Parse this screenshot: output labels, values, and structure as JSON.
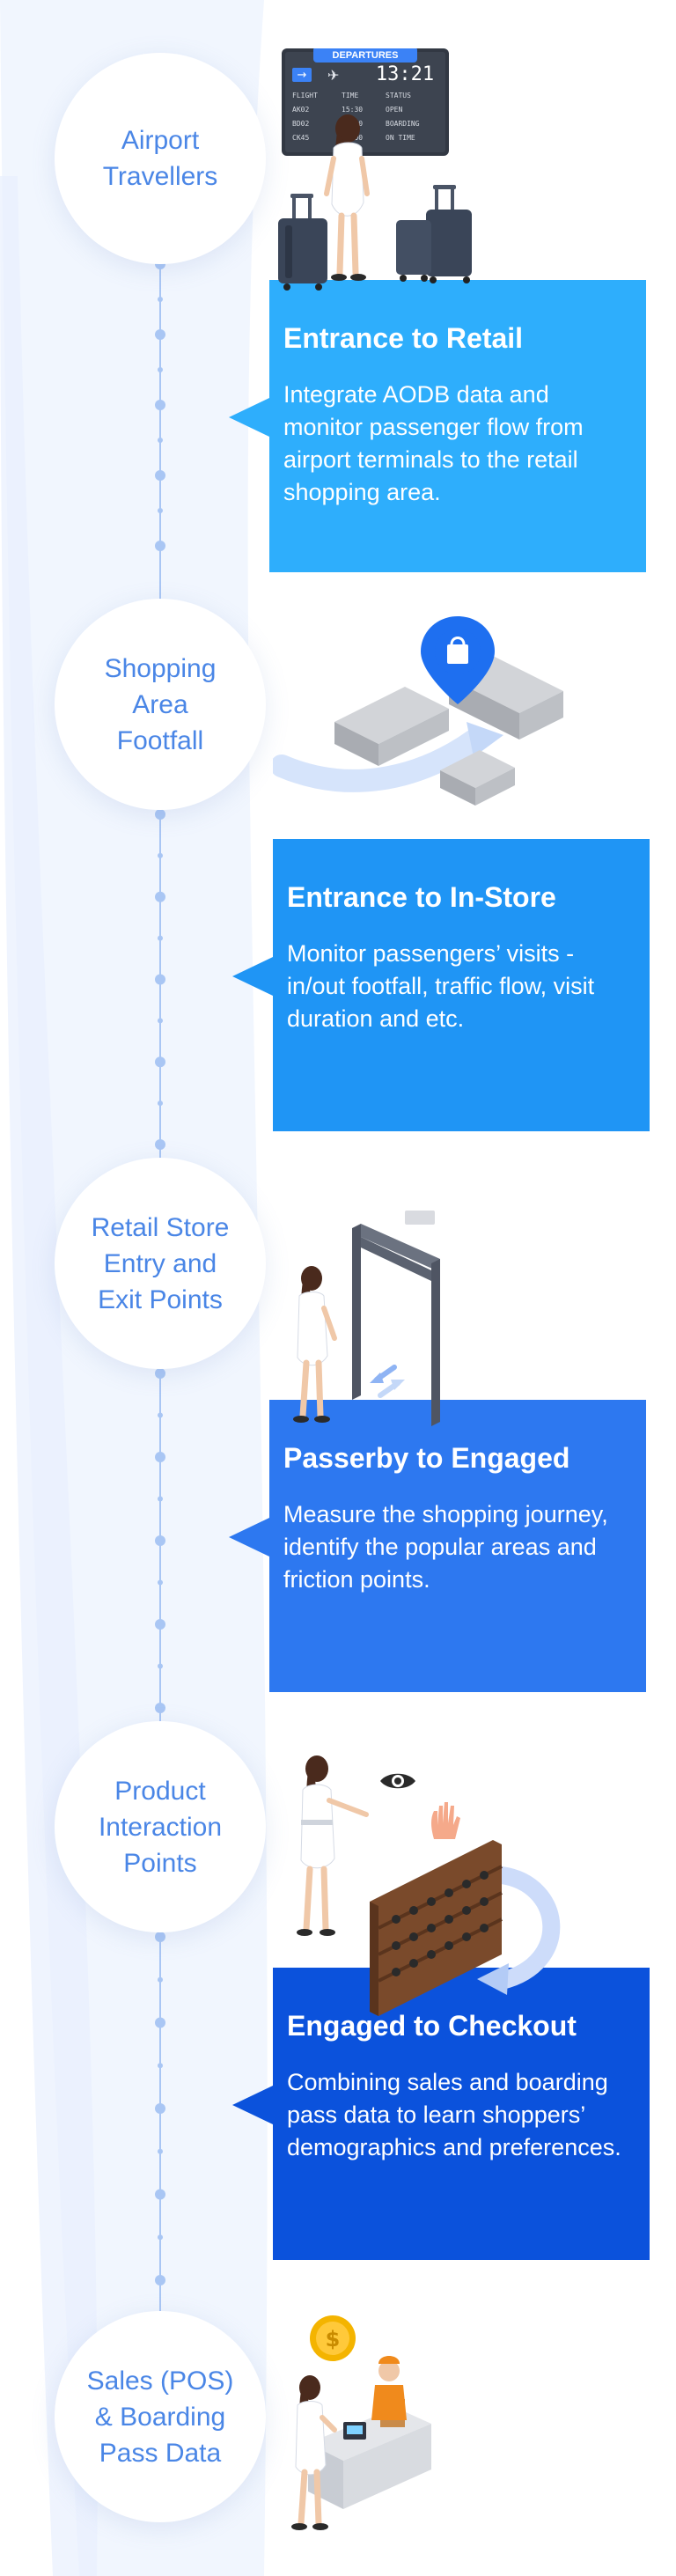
{
  "stages": [
    {
      "label": "Airport\nTravellers"
    },
    {
      "label": "Shopping\nArea\nFootfall"
    },
    {
      "label": "Retail Store\nEntry and\nExit Points"
    },
    {
      "label": "Product\nInteraction\nPoints"
    },
    {
      "label": "Sales (POS)\n& Boarding\nPass Data"
    }
  ],
  "cards": [
    {
      "title": "Entrance to Retail",
      "text": "Integrate AODB data and monitor passenger flow from airport terminals to the retail shopping area.",
      "color": "#2eaefc"
    },
    {
      "title": "Entrance to In-Store",
      "text": "Monitor passengers’ visits - in/out footfall, traffic flow, visit duration and etc.",
      "color": "#1f95f5"
    },
    {
      "title": "Passerby to Engaged",
      "text": "Measure the shopping journey, identify the popular areas and friction points.",
      "color": "#2d78f0"
    },
    {
      "title": "Engaged to Checkout",
      "text": "Combining sales and boarding pass data to learn shoppers’ demographics and preferences.",
      "color": "#0b52dc"
    }
  ],
  "board": {
    "heading": "DEPARTURES",
    "time": "13:21",
    "columns": [
      "FLIGHT",
      "TIME",
      "STATUS"
    ],
    "rows": [
      [
        "AK02",
        "15:30",
        "OPEN"
      ],
      [
        "BD02",
        "15:50",
        "BOARDING"
      ],
      [
        "CK45",
        "18:00",
        "ON TIME"
      ]
    ]
  },
  "colors": {
    "stage_text": "#4a86e6",
    "connector": "#a9c6f4",
    "wave": "#eaf1fd"
  },
  "icons": [
    "departure-board-icon",
    "traveller-icon",
    "suitcase-icon",
    "shopping-bag-pin-icon",
    "security-gate-icon",
    "eye-icon",
    "hand-icon",
    "wine-shelf-icon",
    "coin-icon",
    "cashier-icon"
  ]
}
